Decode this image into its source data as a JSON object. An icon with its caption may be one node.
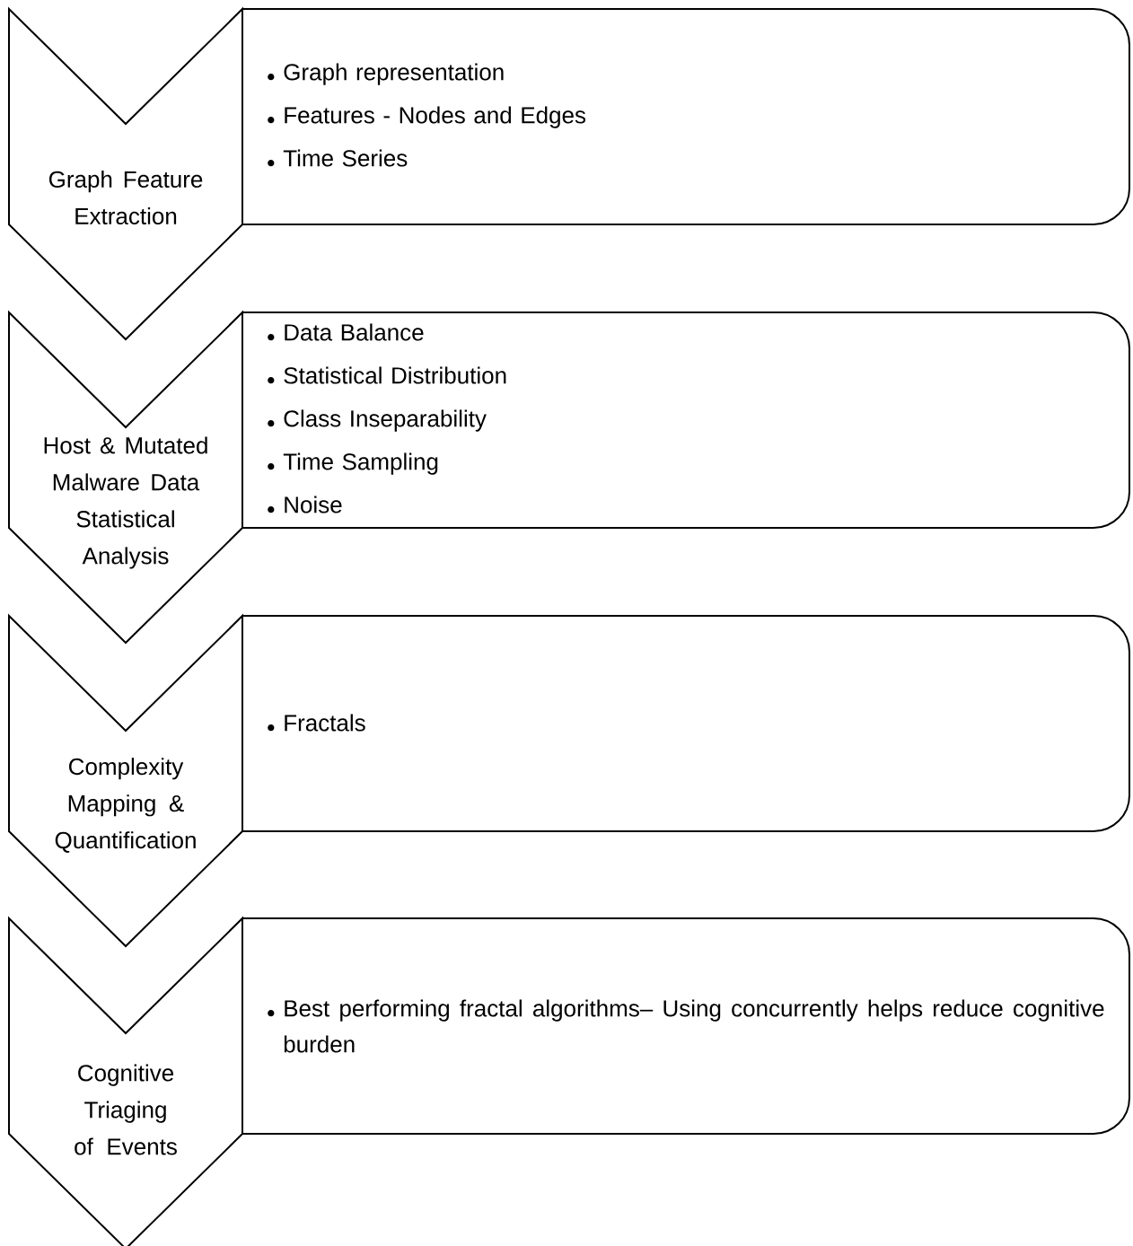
{
  "diagram": {
    "nodes": [
      {
        "text": [
          "Graph Feature Extraction"
        ]
      },
      {
        "text": [
          "Graph representation",
          "Features - Nodes and Edges",
          "Time Series"
        ]
      },
      {
        "text": [
          "Host & Mutated Malware Data Statistical Analysis"
        ]
      },
      {
        "text": [
          "Data Balance",
          "Statistical Distribution",
          "Class Inseparability",
          "Time Sampling",
          "Noise"
        ]
      },
      {
        "text": [
          "Complexity Mapping & Quantification"
        ]
      },
      {
        "text": [
          "Fractals"
        ]
      },
      {
        "text": [
          "Cognitive Triaging of Events"
        ]
      },
      {
        "text": [
          "Best performing fractal algorithms– Using concurrently helps reduce cognitive burden"
        ]
      }
    ]
  }
}
